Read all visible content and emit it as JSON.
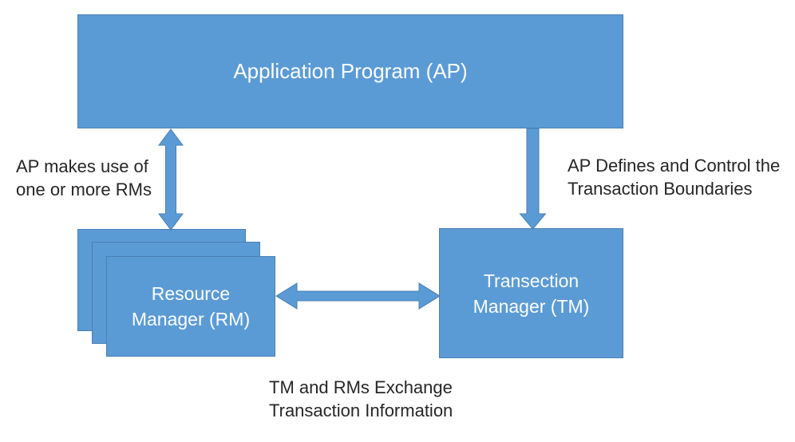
{
  "colors": {
    "box_fill": "#5b9bd5",
    "box_border": "#4a7fb5",
    "box_text": "#fdfdfe",
    "caption_text": "#262626",
    "background": "#ffffff"
  },
  "boxes": {
    "ap": {
      "label": "Application Program (AP)"
    },
    "rm": {
      "line1": "Resource",
      "line2": "Manager (RM)"
    },
    "tm": {
      "line1": "Transection",
      "line2": "Manager (TM)"
    }
  },
  "captions": {
    "left": {
      "line1": "AP makes use of",
      "line2": "one or more RMs"
    },
    "right": {
      "line1": "AP Defines and Control the",
      "line2": "Transaction Boundaries"
    },
    "bottom": {
      "line1": "TM and RMs Exchange",
      "line2": "Transaction Information"
    }
  },
  "arrows": [
    {
      "name": "ap-rm-arrow",
      "between": [
        "ap",
        "rm"
      ],
      "direction": "double",
      "orientation": "vertical"
    },
    {
      "name": "ap-tm-arrow",
      "between": [
        "ap",
        "tm"
      ],
      "direction": "down",
      "orientation": "vertical"
    },
    {
      "name": "rm-tm-arrow",
      "between": [
        "rm",
        "tm"
      ],
      "direction": "double",
      "orientation": "horizontal"
    }
  ]
}
